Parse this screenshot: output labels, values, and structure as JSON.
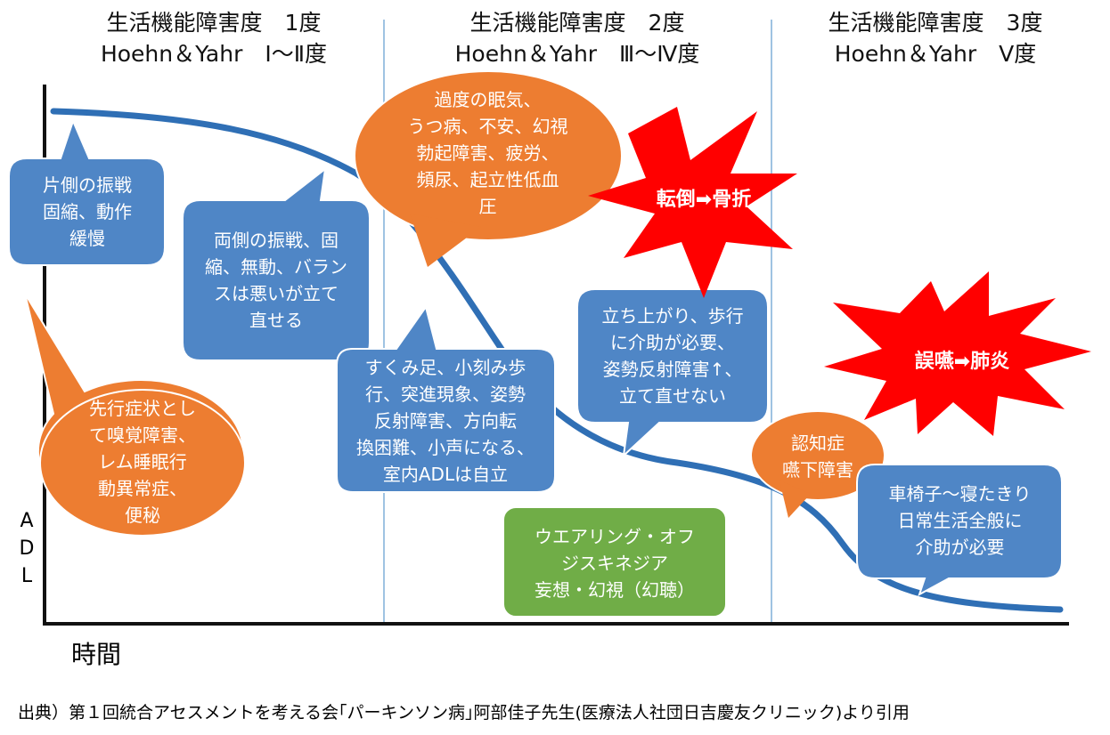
{
  "stages": [
    {
      "line1": "生活機能障害度　1度",
      "line2": "Hoehn＆Yahr　Ⅰ～Ⅱ度"
    },
    {
      "line1": "生活機能障害度　2度",
      "line2": "Hoehn＆Yahr　Ⅲ～Ⅳ度"
    },
    {
      "line1": "生活機能障害度　3度",
      "line2": "Hoehn＆Yahr　Ⅴ度"
    }
  ],
  "axes": {
    "y_label": [
      "A",
      "D",
      "L"
    ],
    "x_label": "時間"
  },
  "callouts": {
    "unilateral": [
      "片側の振戦",
      "固縮、動作",
      "緩慢"
    ],
    "prodromal": [
      "先行症状とし",
      "て嗅覚障害、",
      "レム睡眠行",
      "動異常症、",
      "便秘"
    ],
    "bilateral": [
      "両側の振戦、固",
      "縮、無動、バラン",
      "スは悪いが立て",
      "直せる"
    ],
    "nonmotor": [
      "過度の眠気、",
      "うつ病、不安、幻視",
      "勃起障害、疲労、",
      "頻尿、起立性低血",
      "圧"
    ],
    "freezing": [
      "すくみ足、小刻み歩",
      "行、突進現象、姿勢",
      "反射障害、方向転",
      "換困難、小声になる、",
      "室内ADLは自立"
    ],
    "assist": [
      "立ち上がり、歩行",
      "に介助が必要、",
      "姿勢反射障害↑、",
      "立て直せない"
    ],
    "dementia": [
      "認知症",
      "嚥下障害"
    ],
    "wheelchair": [
      "車椅子～寝たきり",
      "日常生活全般に",
      "介助が必要"
    ],
    "wearing_off": [
      "ウエアリング・オフ",
      "ジスキネジア",
      "妄想・幻視（幻聴）"
    ]
  },
  "bursts": {
    "fall": "転倒➡骨折",
    "aspiration": "誤嚥➡肺炎"
  },
  "source": "出典）第１回統合アセスメントを考える会｢パーキンソン病｣阿部佳子先生(医療法人社団日吉慶友クリニック)より引用",
  "colors": {
    "blue": "#4f86c6",
    "orange": "#ed7d31",
    "green": "#70ad47",
    "red": "#ff0000",
    "curve": "#2f6fb5",
    "divider": "#9fc3e2"
  }
}
